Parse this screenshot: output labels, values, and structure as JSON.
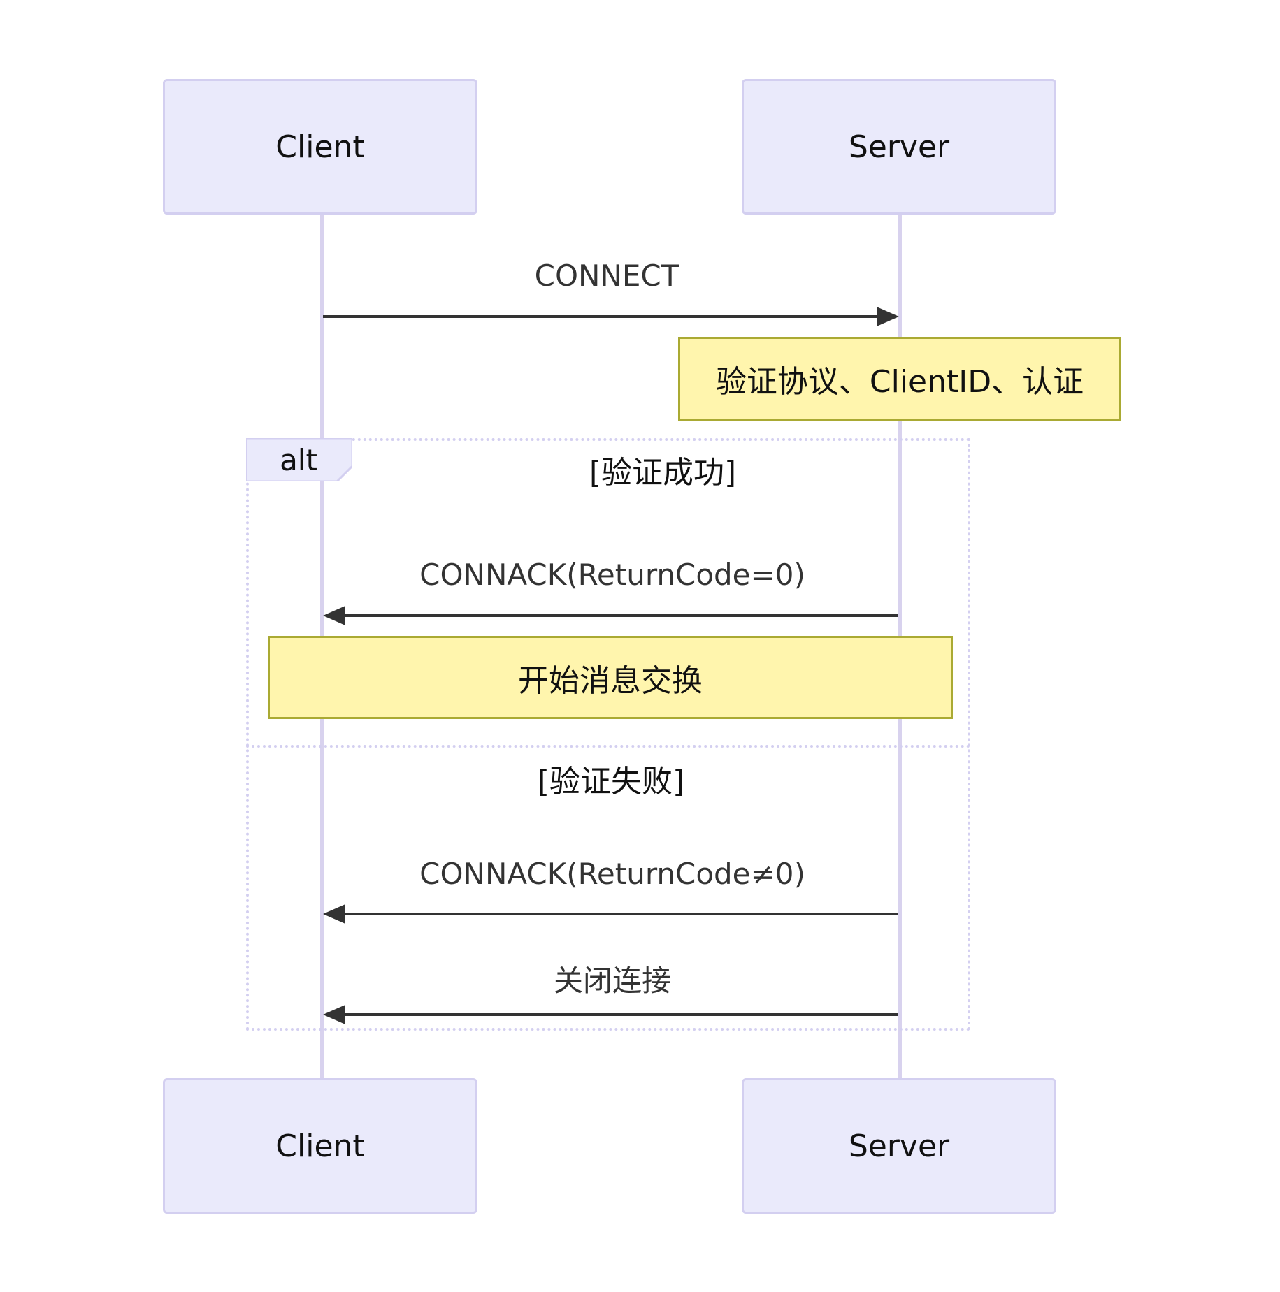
{
  "participants": [
    "Client",
    "Server"
  ],
  "messages": [
    {
      "from": "Client",
      "to": "Server",
      "label": "CONNECT"
    },
    {
      "from": "Server",
      "to": "Client",
      "label": "CONNACK(ReturnCode=0)"
    },
    {
      "from": "Server",
      "to": "Client",
      "label": "CONNACK(ReturnCode≠0)"
    },
    {
      "from": "Server",
      "to": "Client",
      "label": "关闭连接"
    }
  ],
  "notes": {
    "validate": "验证协议、ClientID、认证",
    "start_exchange": "开始消息交换"
  },
  "alt_block": {
    "tag": "alt",
    "condition_success": "[验证成功]",
    "condition_failure": "[验证失败]"
  },
  "colors": {
    "actor_fill": "#eaeafb",
    "actor_border": "#d3cff0",
    "note_fill": "#fff5ad",
    "note_border": "#aaaa33",
    "arrow": "#333333"
  }
}
